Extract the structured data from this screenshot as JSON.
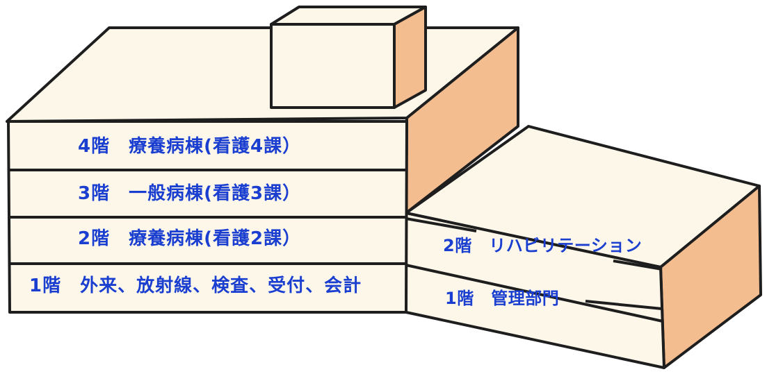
{
  "colors": {
    "face_front": "#fdf7ea",
    "face_top": "#fdf7ea",
    "face_side": "#f3bd8f",
    "outline": "#1e1e1e",
    "text": "#1a3fd0"
  },
  "main_building": {
    "floors": [
      {
        "label": "4階　療養病棟(看護4課）"
      },
      {
        "label": "3階　一般病棟(看護3課）"
      },
      {
        "label": "2階　療養病棟(看護2課）"
      },
      {
        "label": "1階　外来、放射線、検査、受付、会計"
      }
    ]
  },
  "annex_building": {
    "floors": [
      {
        "label": "2階　リハビリテーション"
      },
      {
        "label": "1階　管理部門"
      }
    ]
  }
}
